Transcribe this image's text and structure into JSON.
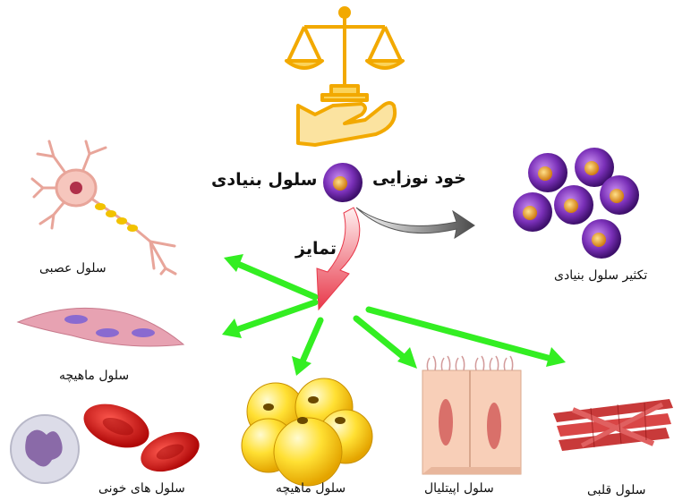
{
  "labels": {
    "stem_cell": "سلول بنیادی",
    "self_renewal": "خود نوزایی",
    "differentiation": "تمایز",
    "proliferation": "تکثیر سلول بنیادی",
    "nerve_cell": "سلول عصبی",
    "muscle_cell_left": "سلول ماهیچه",
    "blood_cells": "سلول های خونی",
    "fat_cell": "سلول ماهیچه",
    "epithelial_cell": "سلول اپیتلیال",
    "cardiac_cell": "سلول قلبی"
  },
  "colors": {
    "arrow_green": "#33ee22",
    "arrow_red": "#e8384a",
    "arrow_gray": "#555555",
    "stem_purple": "#6a2aa0",
    "balance_gold": "#f2a900"
  }
}
